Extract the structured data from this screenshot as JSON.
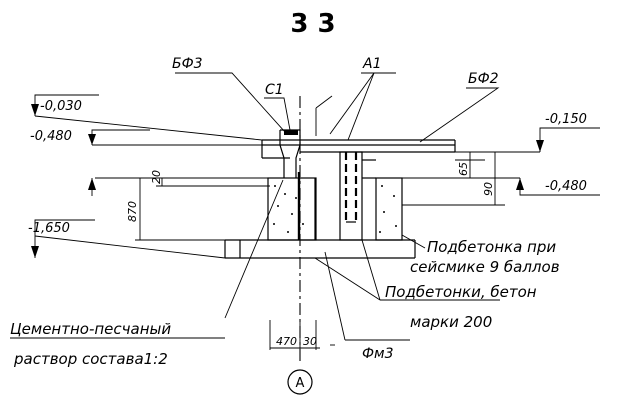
{
  "title": "3 3",
  "labels": {
    "bf3": "БФ3",
    "a1": "А1",
    "c1": "С1",
    "bf2": "БФ2",
    "fm3": "Фм3",
    "axis_a": "А"
  },
  "elevations": {
    "e1": "-0,030",
    "e2": "-0,480",
    "e3": "-1,650",
    "e4": "-0,150",
    "e5": "-0,480"
  },
  "dimensions": {
    "d20": "20",
    "d870": "870",
    "d65": "65",
    "d90": "90",
    "d470": "470",
    "d30": "30"
  },
  "notes": {
    "podb_line1": "Подбетонка при",
    "podb_line2": "сейсмике 9 баллов",
    "podb2_line1": "Подбетонки, бетон",
    "podb2_line2": "марки 200",
    "cement_line1": "Цементно-песчаный",
    "cement_line2": "раствор состава1:2"
  }
}
